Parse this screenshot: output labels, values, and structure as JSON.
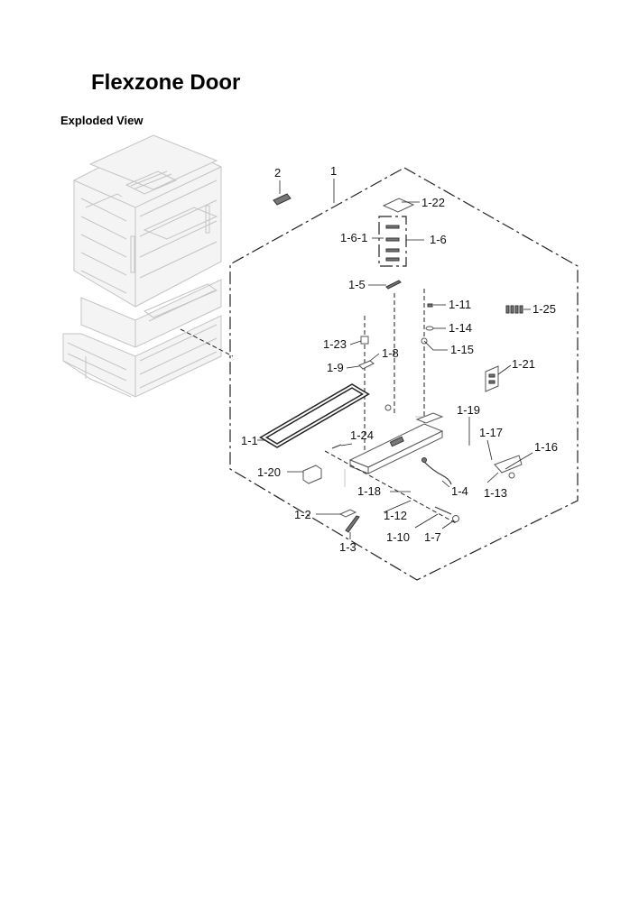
{
  "page": {
    "title": "Flexzone Door",
    "subtitle": "Exploded View"
  },
  "callouts": {
    "c2": "2",
    "c1": "1",
    "c1_22": "1-22",
    "c1_6_1": "1-6-1",
    "c1_6": "1-6",
    "c1_5": "1-5",
    "c1_11": "1-11",
    "c1_25": "1-25",
    "c1_14": "1-14",
    "c1_15": "1-15",
    "c1_23": "1-23",
    "c1_8": "1-8",
    "c1_9": "1-9",
    "c1_21": "1-21",
    "c1_19": "1-19",
    "c1_17": "1-17",
    "c1_1": "1-1",
    "c1_24": "1-24",
    "c1_16": "1-16",
    "c1_20": "1-20",
    "c1_18": "1-18",
    "c1_4": "1-4",
    "c1_13": "1-13",
    "c1_2": "1-2",
    "c1_12": "1-12",
    "c1_10": "1-10",
    "c1_7": "1-7",
    "c1_3": "1-3"
  },
  "colors": {
    "ink": "#111111",
    "ghost": "#c4c4c4",
    "background": "#ffffff"
  }
}
